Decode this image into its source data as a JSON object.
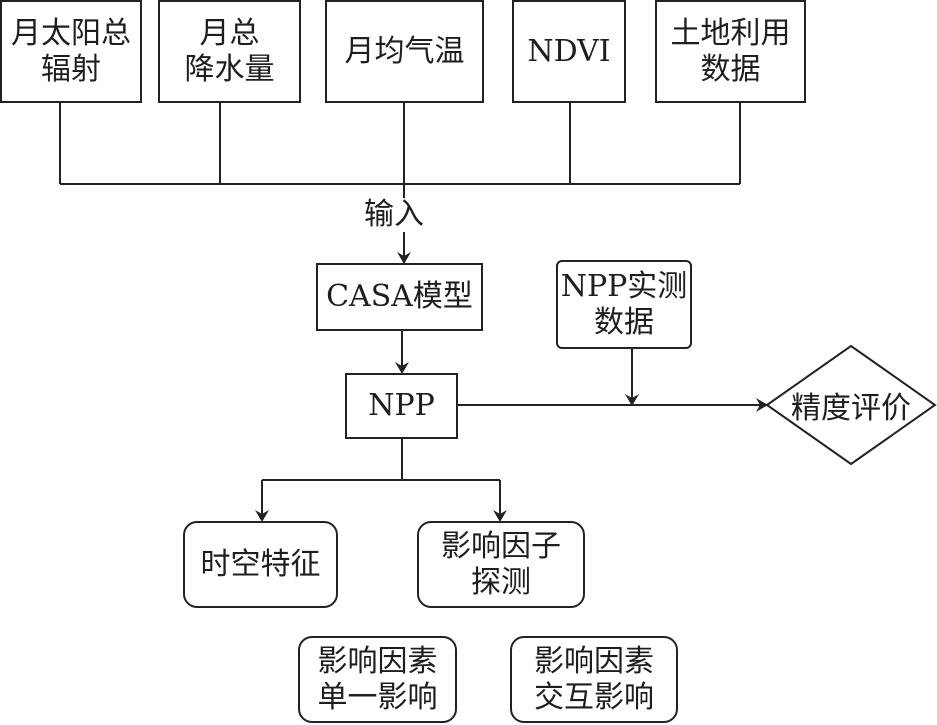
{
  "diagram": {
    "inputs": [
      {
        "id": "solar",
        "lines": [
          "月太阳总",
          "辐射"
        ]
      },
      {
        "id": "precip",
        "lines": [
          "月总",
          "降水量"
        ]
      },
      {
        "id": "temp",
        "lines": [
          "月均气温"
        ]
      },
      {
        "id": "ndvi",
        "lines": [
          "NDVI"
        ]
      },
      {
        "id": "landuse",
        "lines": [
          "土地利用",
          "数据"
        ]
      }
    ],
    "input_label": "输入",
    "casa": {
      "lines": [
        "CASA模型"
      ]
    },
    "npp": {
      "lines": [
        "NPP"
      ]
    },
    "npp_measured": {
      "lines": [
        "NPP实测",
        "数据"
      ]
    },
    "accuracy": {
      "lines": [
        "精度评价"
      ]
    },
    "spatiotemporal": {
      "lines": [
        "时空特征"
      ]
    },
    "factor_detect": {
      "lines": [
        "影响因子",
        "探测"
      ]
    },
    "single_effect": {
      "lines": [
        "影响因素",
        "单一影响"
      ]
    },
    "interaction_effect": {
      "lines": [
        "影响因素",
        "交互影响"
      ]
    },
    "edges": [
      {
        "from": "inputs",
        "to": "casa",
        "label": "输入"
      },
      {
        "from": "casa",
        "to": "npp"
      },
      {
        "from": "npp",
        "to": "accuracy"
      },
      {
        "from": "npp_measured",
        "to": "accuracy"
      },
      {
        "from": "npp",
        "to": "spatiotemporal"
      },
      {
        "from": "npp",
        "to": "factor_detect"
      }
    ],
    "colors": {
      "stroke": "#222222",
      "text": "#1e1e1e",
      "background": "#ffffff"
    }
  }
}
